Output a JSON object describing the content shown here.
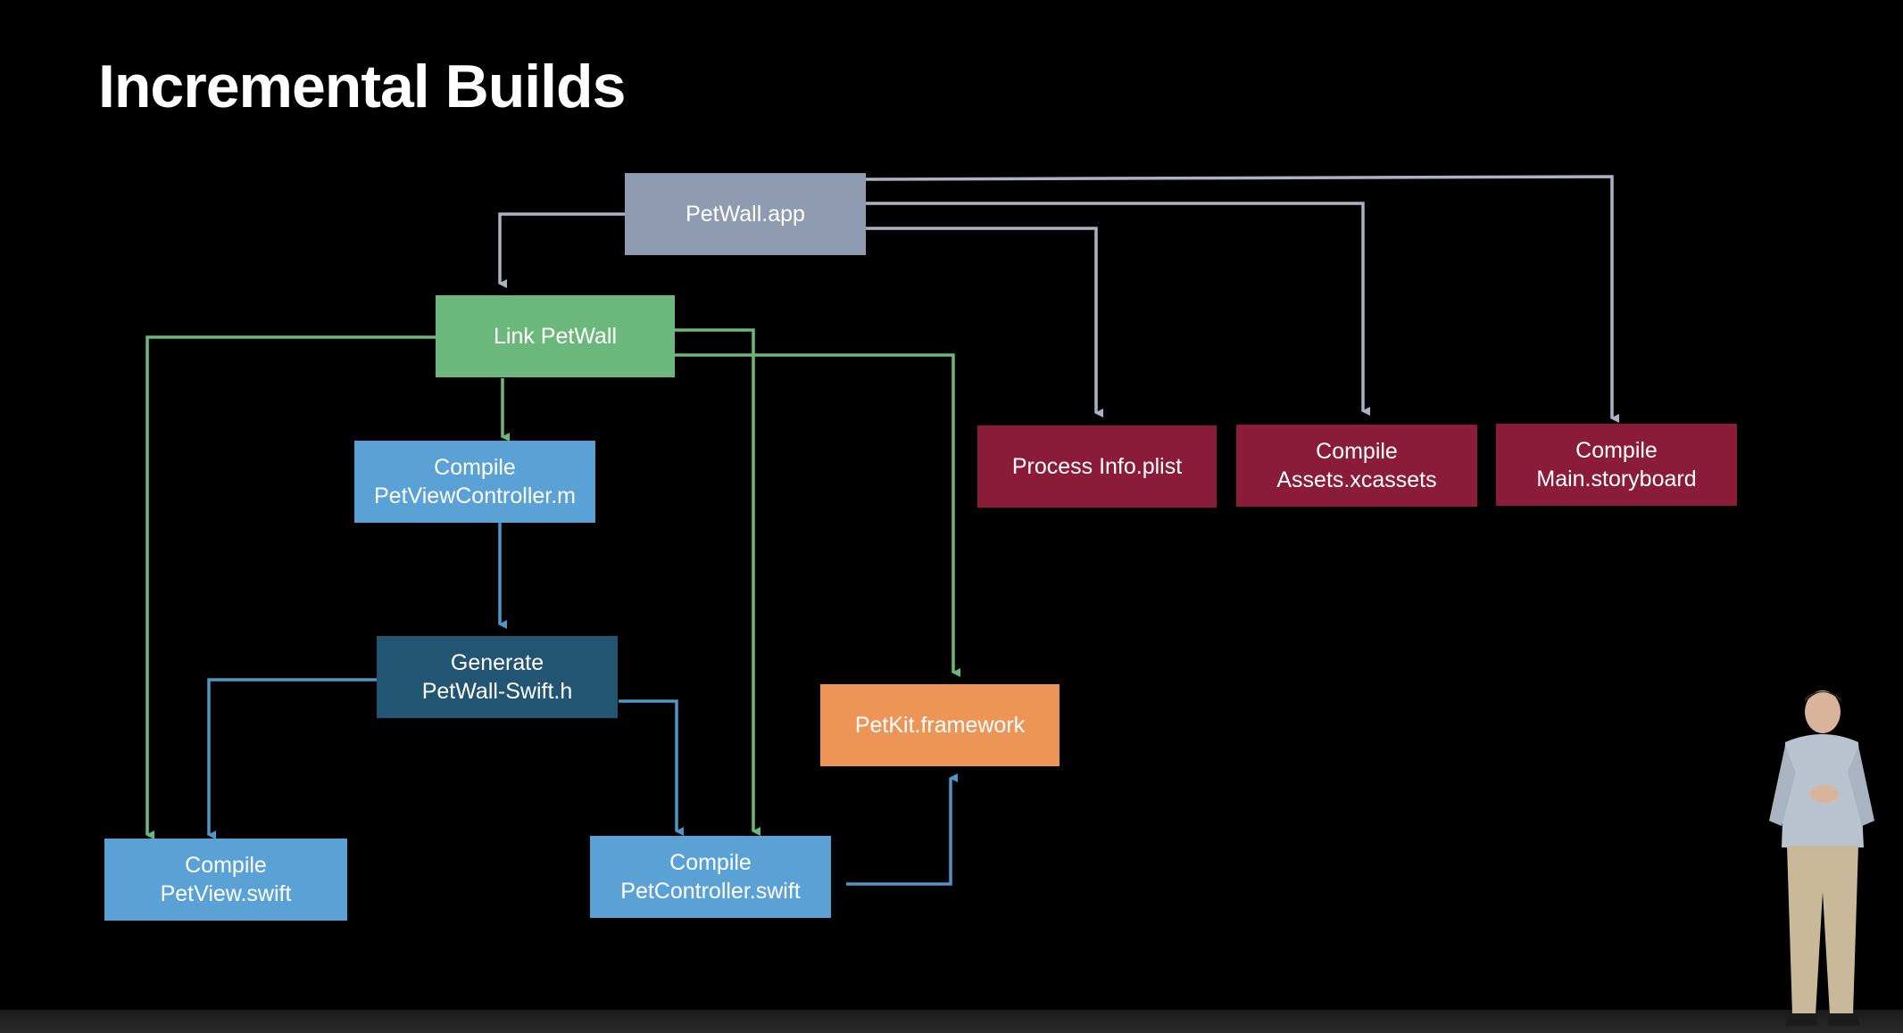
{
  "slide": {
    "title": "Incremental Builds"
  },
  "colors": {
    "background": "#000000",
    "app": "#8e9bb0",
    "link": "#6cb87c",
    "compile": "#5aa2d6",
    "generate": "#215571",
    "framework": "#ec9556",
    "resources": "#8a1c3a",
    "edge_gray": "#a9b3c4",
    "edge_green": "#6cb87c",
    "edge_blue": "#4f95c8"
  },
  "nodes": {
    "petwall_app": {
      "label": "PetWall.app"
    },
    "link_petwall": {
      "label": "Link PetWall"
    },
    "compile_petviewcontroller": {
      "line1": "Compile",
      "line2": "PetViewController.m"
    },
    "generate_header": {
      "line1": "Generate",
      "line2": "PetWall-Swift.h"
    },
    "compile_petview": {
      "line1": "Compile",
      "line2": "PetView.swift"
    },
    "compile_petcontroller": {
      "line1": "Compile",
      "line2": "PetController.swift"
    },
    "petkit_framework": {
      "label": "PetKit.framework"
    },
    "process_infoplist": {
      "label": "Process Info.plist"
    },
    "compile_assets": {
      "line1": "Compile",
      "line2": "Assets.xcassets"
    },
    "compile_storyboard": {
      "line1": "Compile",
      "line2": "Main.storyboard"
    }
  }
}
